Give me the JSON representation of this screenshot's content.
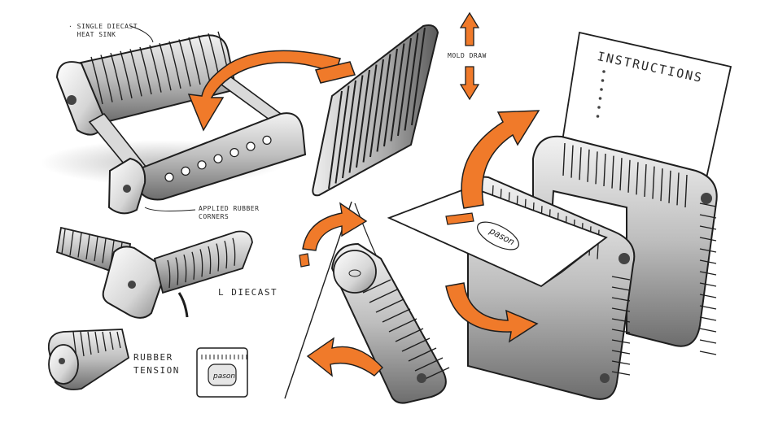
{
  "annotations": {
    "heat_sink": "· SINGLE DIECAST\n  HEAT SINK",
    "rubber_corners": "APPLIED RUBBER\nCORNERS",
    "mold_draw": "MOLD DRAW",
    "instructions": "INSTRUCTIONS",
    "l_diecast": "L DIECAST",
    "rubber_tension": "RUBBER\nTENSION"
  },
  "logo": "pason",
  "colors": {
    "accent": "#f07a2a",
    "ink": "#1e1e1e",
    "shade": "#7a7a7a",
    "paper": "#ffffff"
  }
}
